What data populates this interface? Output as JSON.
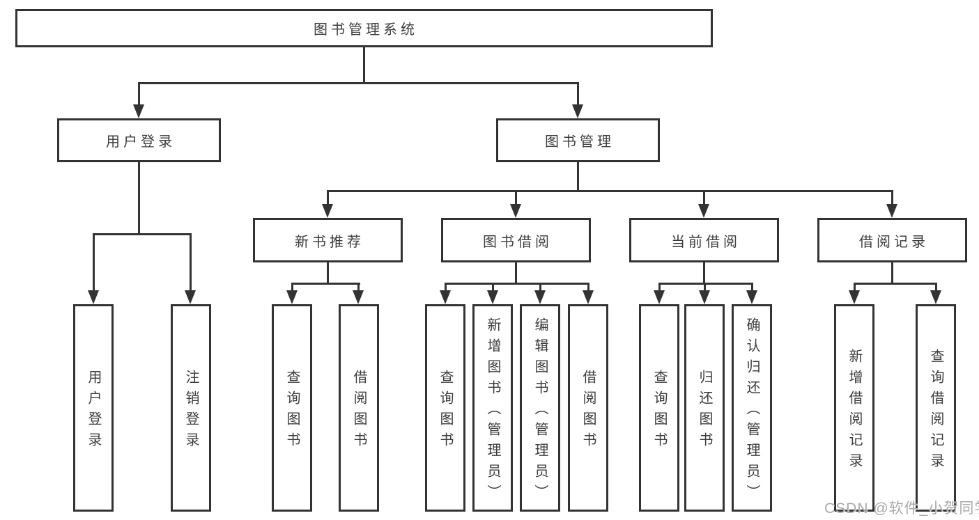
{
  "diagram_title": "图书管理系统",
  "tree": {
    "root": {
      "label": "图书管理系统"
    },
    "branches": [
      {
        "label": "用户登录",
        "children": [
          {
            "label": "用户登录"
          },
          {
            "label": "注销登录"
          }
        ]
      },
      {
        "label": "图书管理",
        "children": [
          {
            "label": "新书推荐",
            "children": [
              {
                "label": "查询图书"
              },
              {
                "label": "借阅图书"
              }
            ]
          },
          {
            "label": "图书借阅",
            "children": [
              {
                "label": "查询图书"
              },
              {
                "label": "新增图书（管理员）"
              },
              {
                "label": "编辑图书（管理员）"
              },
              {
                "label": "借阅图书"
              }
            ]
          },
          {
            "label": "当前借阅",
            "children": [
              {
                "label": "查询图书"
              },
              {
                "label": "归还图书"
              },
              {
                "label": "确认归还（管理员）"
              }
            ]
          },
          {
            "label": "借阅记录",
            "children": [
              {
                "label": "新增借阅记录"
              },
              {
                "label": "查询借阅记录"
              }
            ]
          }
        ]
      }
    ]
  },
  "watermark": {
    "text": "CSDN @软件_小贺同学"
  },
  "colors": {
    "line": "#333333",
    "text": "#3d3d3d",
    "background": "#ffffff",
    "watermark": "#a9a9a9"
  }
}
